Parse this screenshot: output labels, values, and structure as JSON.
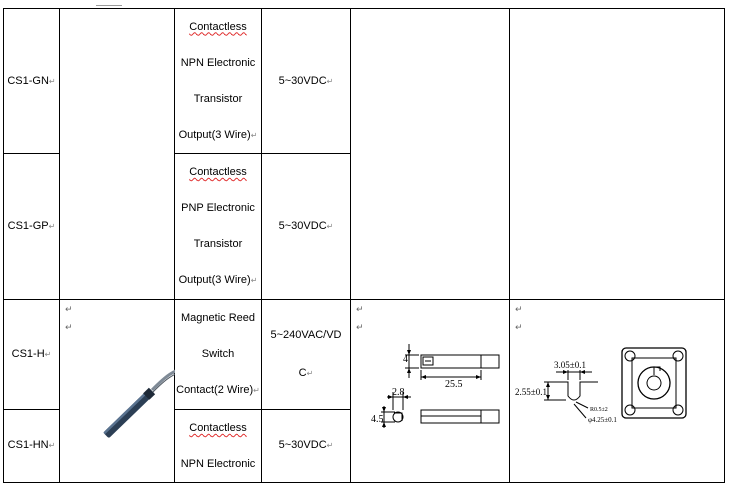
{
  "mark": "↵",
  "rows": [
    {
      "model": "CS1-GN",
      "output": [
        "Contactless",
        "NPN Electronic",
        "Transistor",
        "Output(3 Wire)"
      ],
      "voltage": "5~30VDC"
    },
    {
      "model": "CS1-GP",
      "output": [
        "Contactless",
        "PNP Electronic",
        "Transistor",
        "Output(3 Wire)"
      ],
      "voltage": "5~30VDC"
    },
    {
      "model": "CS1-H",
      "output": [
        "Magnetic Reed",
        "Switch",
        "Contact(2 Wire)"
      ],
      "voltage": [
        "5~240VAC/VD",
        "C"
      ]
    },
    {
      "model": "CS1-HN",
      "output": [
        "Contactless",
        "NPN Electronic"
      ],
      "voltage": "5~30VDC"
    }
  ],
  "dimensions": {
    "height": "4",
    "length": "25.5",
    "offset": "2.8",
    "width": "4.5"
  },
  "mounting": {
    "top_width": "3.05±0.1",
    "side_height": "2.55±0.1",
    "radius": "R0.5±2",
    "hole_diameter": "φ4.25±0.1"
  }
}
